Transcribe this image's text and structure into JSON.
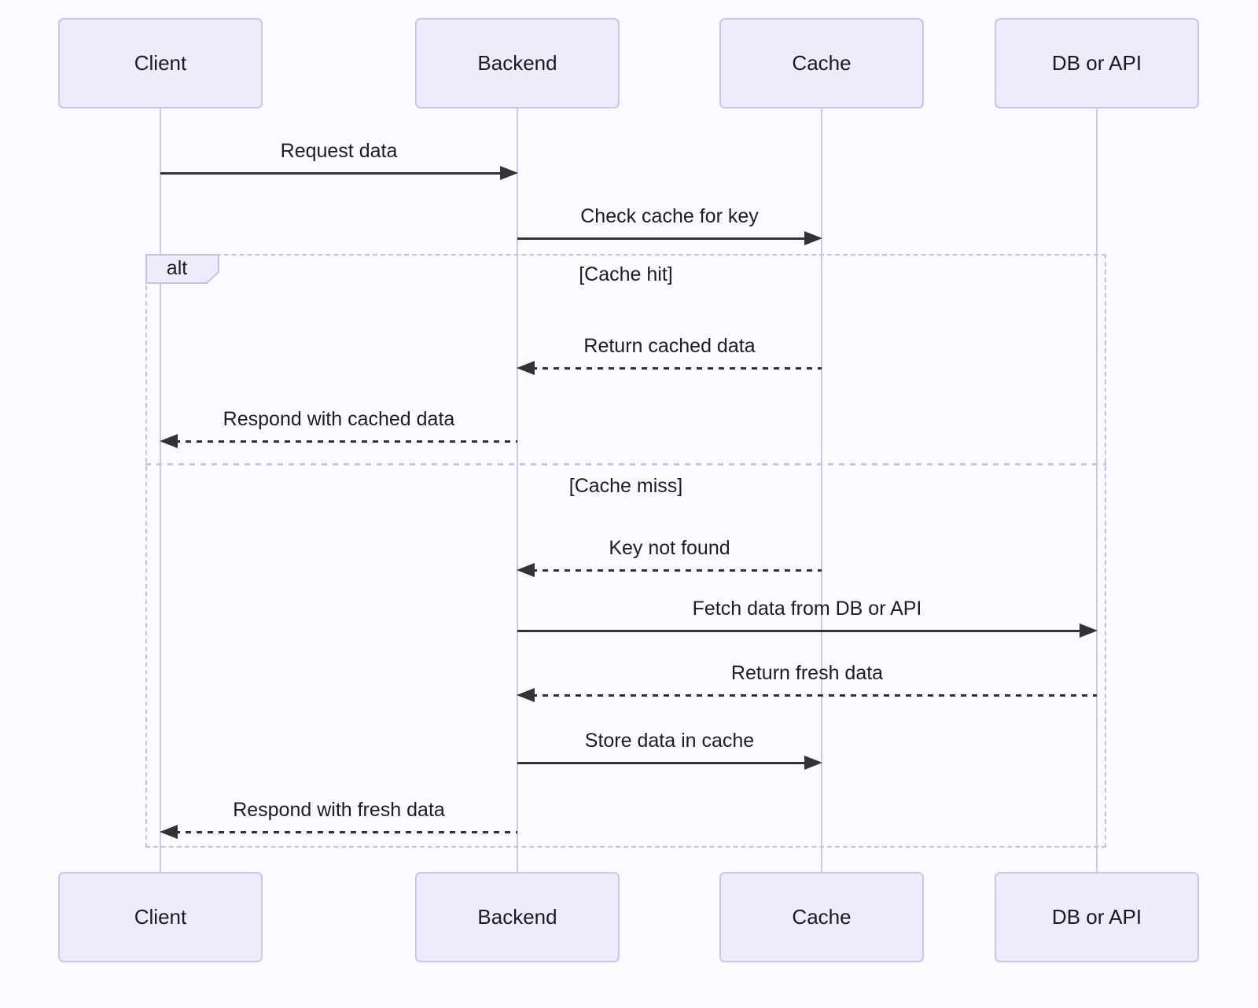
{
  "diagram": {
    "type": "sequence-diagram",
    "colors": {
      "background": "#FBFAFE",
      "actor_fill": "#ECECFB",
      "actor_border": "#CDC2F0",
      "lifeline": "#CFC5EF",
      "frame_border": "#C7BDEE",
      "arrow": "#333333",
      "text": "#1D1D1F"
    },
    "actors": [
      {
        "label": "Client"
      },
      {
        "label": "Backend"
      },
      {
        "label": "Cache"
      },
      {
        "label": "DB or API"
      }
    ],
    "messages": [
      {
        "from": "Client",
        "to": "Backend",
        "label": "Request data",
        "line": "solid",
        "direction": "right"
      },
      {
        "from": "Backend",
        "to": "Cache",
        "label": "Check cache for key",
        "line": "solid",
        "direction": "right"
      },
      {
        "from": "Cache",
        "to": "Backend",
        "label": "Return cached data",
        "line": "dashed",
        "direction": "left"
      },
      {
        "from": "Backend",
        "to": "Client",
        "label": "Respond with cached data",
        "line": "dashed",
        "direction": "left"
      },
      {
        "from": "Cache",
        "to": "Backend",
        "label": "Key not found",
        "line": "dashed",
        "direction": "left"
      },
      {
        "from": "Backend",
        "to": "DB or API",
        "label": "Fetch data from DB or API",
        "line": "solid",
        "direction": "right"
      },
      {
        "from": "DB or API",
        "to": "Backend",
        "label": "Return fresh data",
        "line": "dashed",
        "direction": "left"
      },
      {
        "from": "Backend",
        "to": "Cache",
        "label": "Store data in cache",
        "line": "solid",
        "direction": "right"
      },
      {
        "from": "Backend",
        "to": "Client",
        "label": "Respond with fresh data",
        "line": "dashed",
        "direction": "left"
      }
    ],
    "alt_block": {
      "label": "alt",
      "sections": [
        {
          "condition": "[Cache hit]"
        },
        {
          "condition": "[Cache miss]"
        }
      ]
    }
  }
}
